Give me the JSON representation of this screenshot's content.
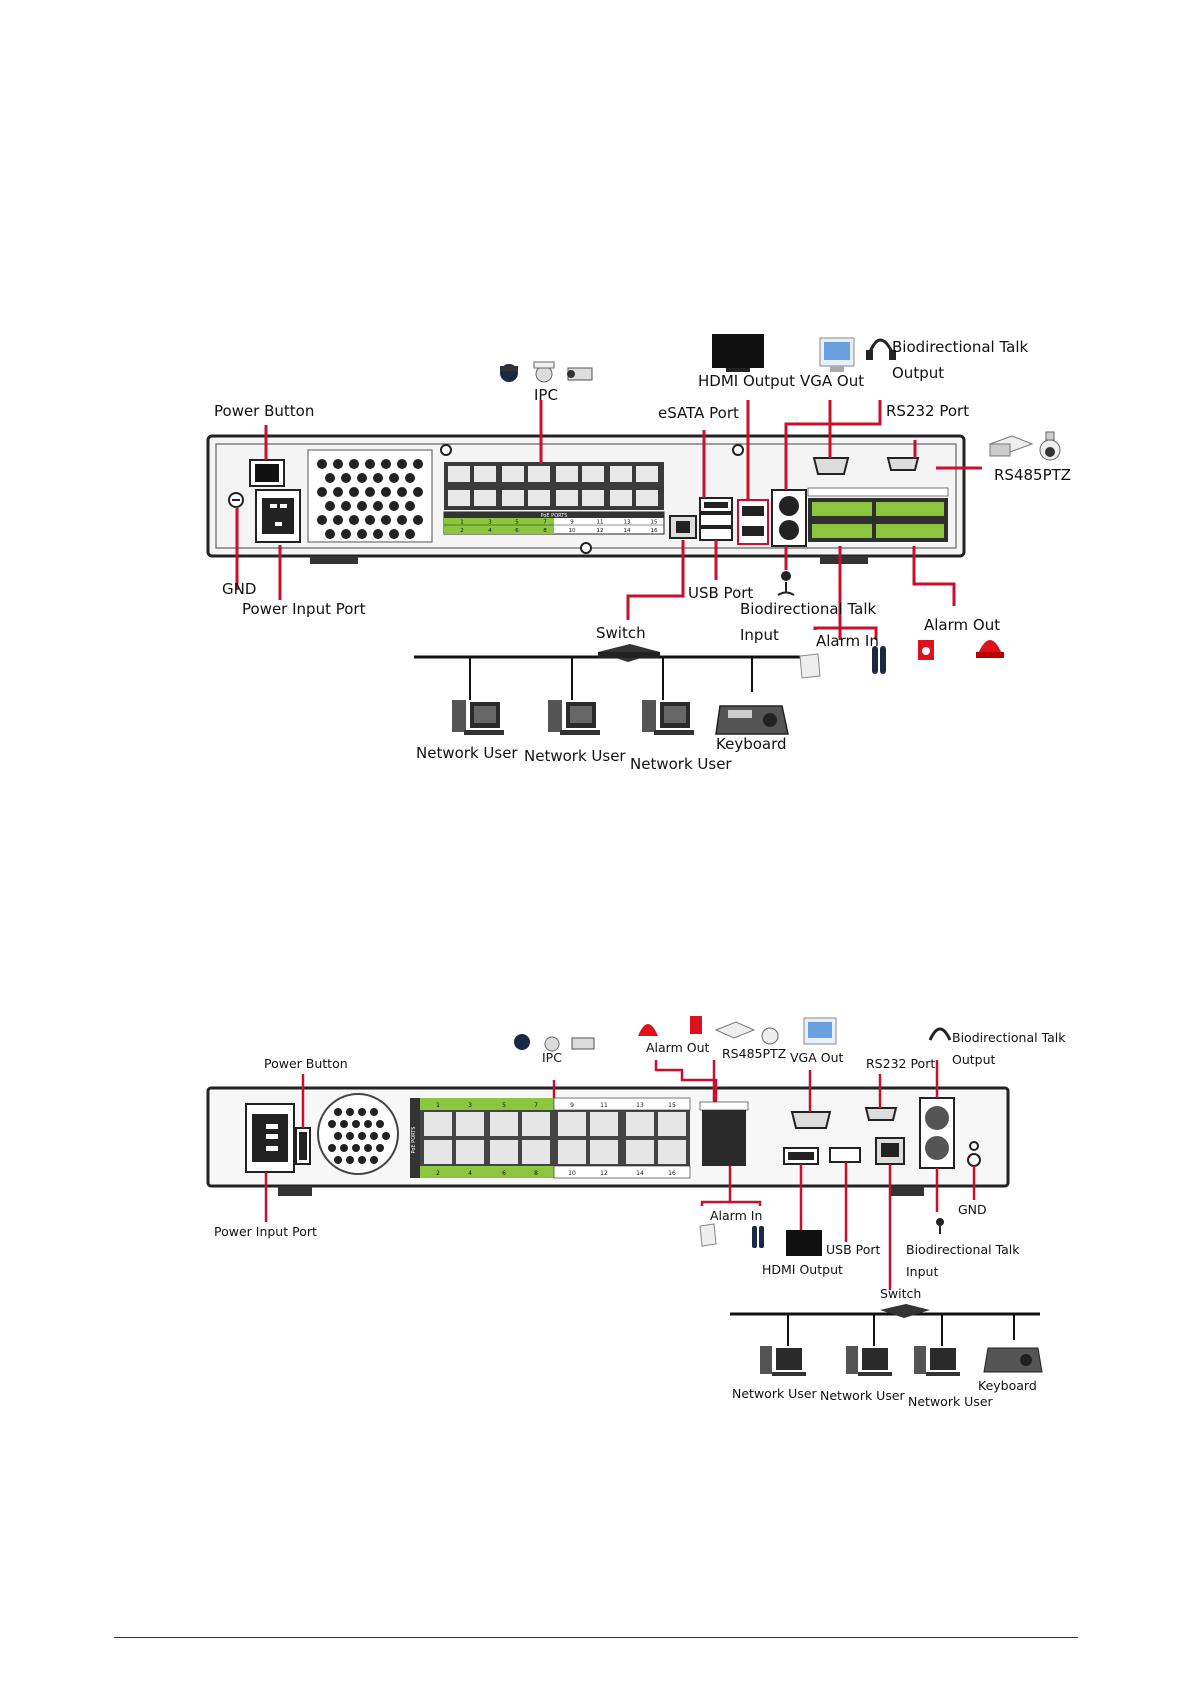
{
  "diagram1": {
    "labels": {
      "power_button": "Power Button",
      "ipc": "IPC",
      "hdmi_output": "HDMI Output",
      "vga_out": "VGA Out",
      "talk_output_line1": "Biodirectional Talk",
      "talk_output_line2": "Output",
      "esata_port": "eSATA Port",
      "rs232_port": "RS232 Port",
      "rs485ptz": "RS485PTZ",
      "gnd": "GND",
      "power_input_port": "Power Input Port",
      "usb_port": "USB Port",
      "talk_input_line1": "Biodirectional Talk",
      "talk_input_line2": "Input",
      "switch": "Switch",
      "alarm_in": "Alarm In",
      "alarm_out": "Alarm Out",
      "network_user_1": "Network User",
      "network_user_2": "Network User",
      "network_user_3": "Network User",
      "keyboard": "Keyboard"
    },
    "poe_header": "PoE PORTS",
    "poe_top": [
      "1",
      "3",
      "5",
      "7",
      "9",
      "11",
      "13",
      "15"
    ],
    "poe_bottom": [
      "2",
      "4",
      "6",
      "8",
      "10",
      "12",
      "14",
      "16"
    ]
  },
  "diagram2": {
    "labels": {
      "power_button": "Power Button",
      "ipc": "IPC",
      "alarm_out": "Alarm Out",
      "rs485ptz": "RS485PTZ",
      "vga_out": "VGA Out",
      "rs232_port": "RS232 Port",
      "talk_output_line1": "Biodirectional Talk",
      "talk_output_line2": "Output",
      "power_input_port": "Power Input Port",
      "gnd": "GND",
      "alarm_in": "Alarm In",
      "usb_port": "USB Port",
      "hdmi_output": "HDMI Output",
      "talk_input_line1": "Biodirectional Talk",
      "talk_input_line2": "Input",
      "switch": "Switch",
      "network_user_1": "Network User",
      "network_user_2": "Network User",
      "network_user_3": "Network User",
      "keyboard": "Keyboard"
    },
    "poe_header": "PoE PORTS",
    "poe_top": [
      "1",
      "3",
      "5",
      "7",
      "9",
      "11",
      "13",
      "15"
    ],
    "poe_bottom": [
      "2",
      "4",
      "6",
      "8",
      "10",
      "12",
      "14",
      "16"
    ]
  },
  "colors": {
    "callout_line": "#c8102e",
    "poe_green": "#8cc63f",
    "panel_dark": "#2b2b2b"
  }
}
